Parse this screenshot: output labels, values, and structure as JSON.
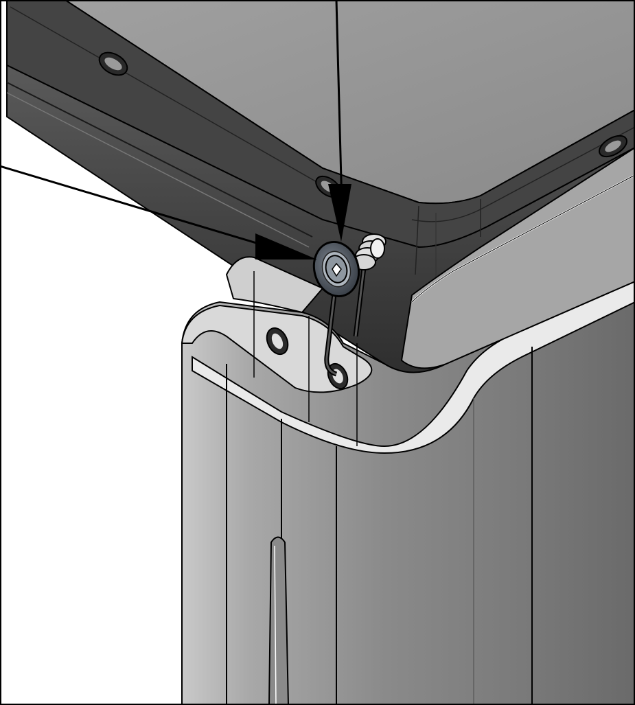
{
  "figure": {
    "kind": "exploded-assembly-detail",
    "labels": [],
    "parts": [
      "frame-rail",
      "corner-post",
      "flat-washer",
      "hex-socket-screw",
      "compression-spring",
      "wire-spring-clip"
    ],
    "callouts": [
      {
        "id": "callout-1",
        "target": "hex-socket-screw"
      },
      {
        "id": "callout-2",
        "target": "flat-washer"
      }
    ],
    "colors": {
      "background": "#ffffff",
      "outline": "#000000",
      "rail_dark": "#3a3a3a",
      "rail_mid": "#5c5c5c",
      "rail_top": "#9a9a9a",
      "post_light": "#bdbdbd",
      "post_mid": "#8c8c8c",
      "post_dark": "#6a6a6a",
      "washer": "#4a5058",
      "spring": "#d8d8d8"
    }
  }
}
